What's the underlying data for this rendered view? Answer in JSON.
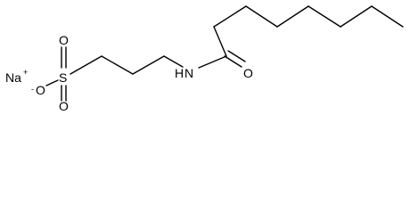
{
  "molecule": {
    "counterion": {
      "symbol": "Na",
      "charge": "+"
    },
    "atoms": {
      "sulfur": "S",
      "oxygen_top": "O",
      "oxygen_bottom": "O",
      "oxygen_anion": "O",
      "oxygen_anion_charge": "-",
      "nitrogen": "N",
      "nitrogen_h": "H",
      "carbonyl_oxygen": "O"
    }
  },
  "colors": {
    "line": "#000000",
    "background": "#ffffff"
  }
}
